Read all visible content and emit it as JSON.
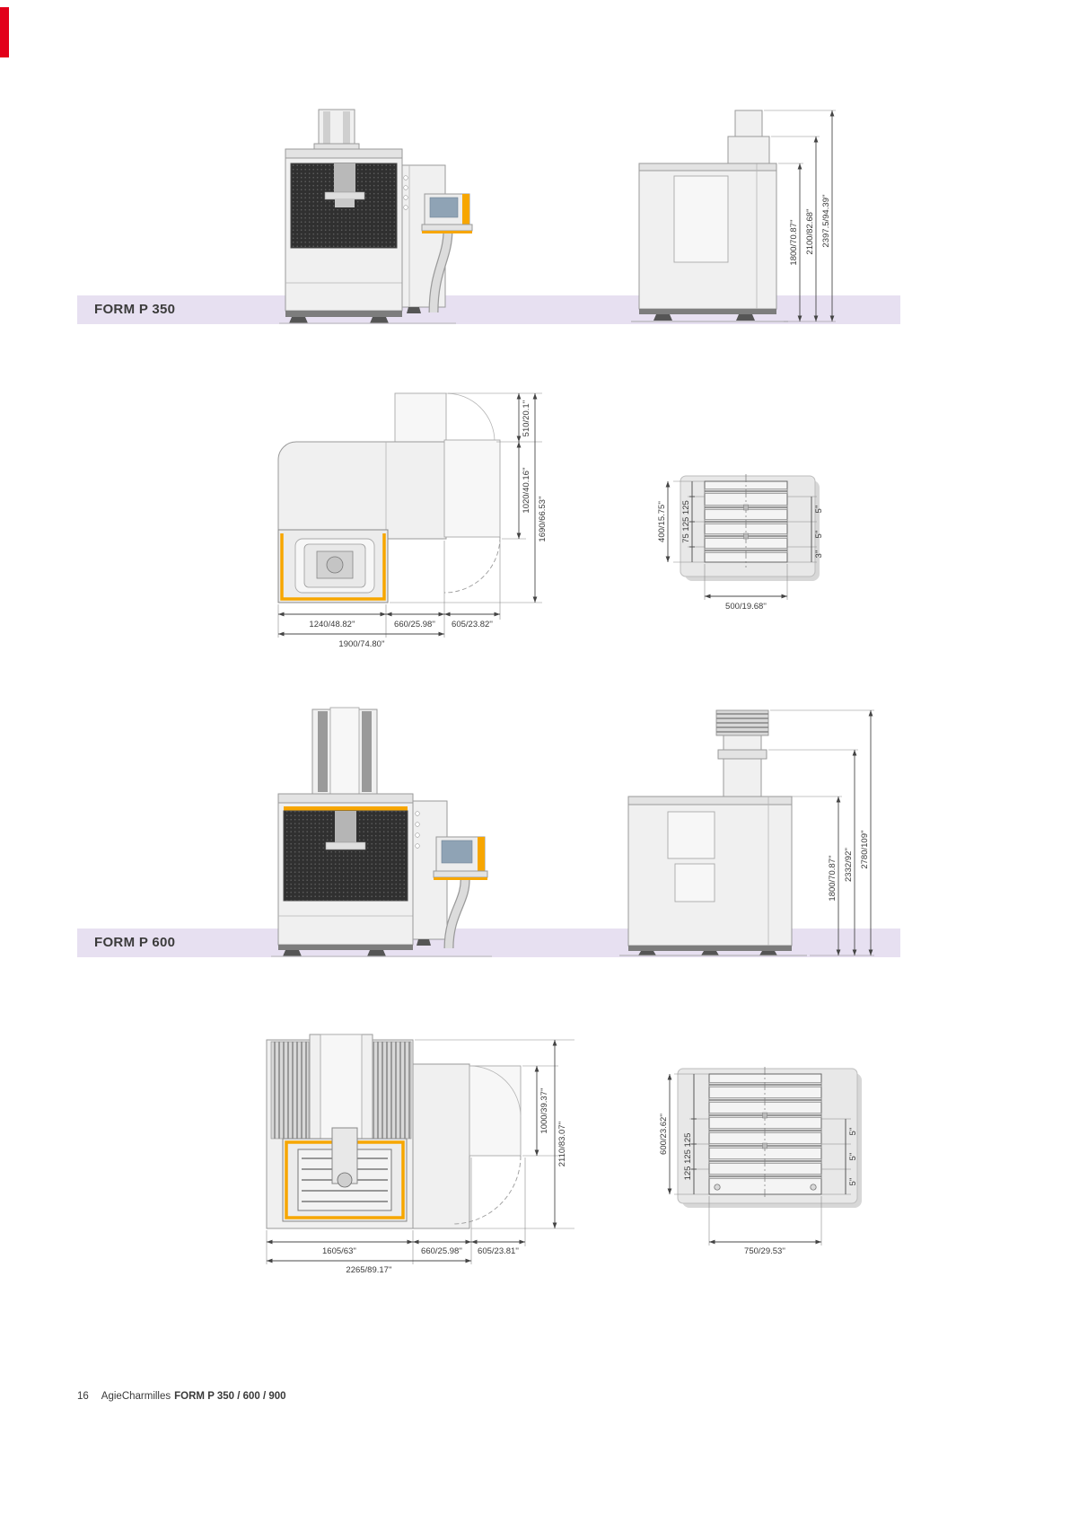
{
  "sections": {
    "p350": {
      "label": "FORM P 350",
      "side_view": {
        "height_dims": [
          "1800/70.87''",
          "2100/82.68''",
          "2397.5/94.39''"
        ]
      },
      "plan_view": {
        "depth_dims": [
          "510/20.1''",
          "1020/40.16''",
          "1690/66.53''"
        ],
        "width_dims": [
          "1240/48.82''",
          "660/25.98''",
          "605/23.82''"
        ],
        "width_total": "1900/74.80''"
      },
      "table_view": {
        "height_dim": "400/15.75''",
        "slot_spacing": "75 125 125",
        "width_dim": "500/19.68''",
        "inch_labels": [
          "5''",
          "5''",
          "3''"
        ]
      }
    },
    "p600": {
      "label": "FORM P 600",
      "side_view": {
        "height_dims": [
          "1800/70.87''",
          "2332/92''",
          "2780/109''"
        ]
      },
      "plan_view": {
        "depth_dims": [
          "1000/39.37''",
          "2110/83.07''"
        ],
        "width_dims": [
          "1605/63''",
          "660/25.98''",
          "605/23.81''"
        ],
        "width_total": "2265/89.17''"
      },
      "table_view": {
        "height_dim": "600/23.62''",
        "slot_spacing": "125 125 125",
        "width_dim": "750/29.53''",
        "inch_labels": [
          "5''",
          "5''",
          "5''"
        ]
      }
    }
  },
  "footer": {
    "page_number": "16",
    "brand": "AgieCharmilles",
    "title": "FORM P 350 / 600 / 900"
  }
}
